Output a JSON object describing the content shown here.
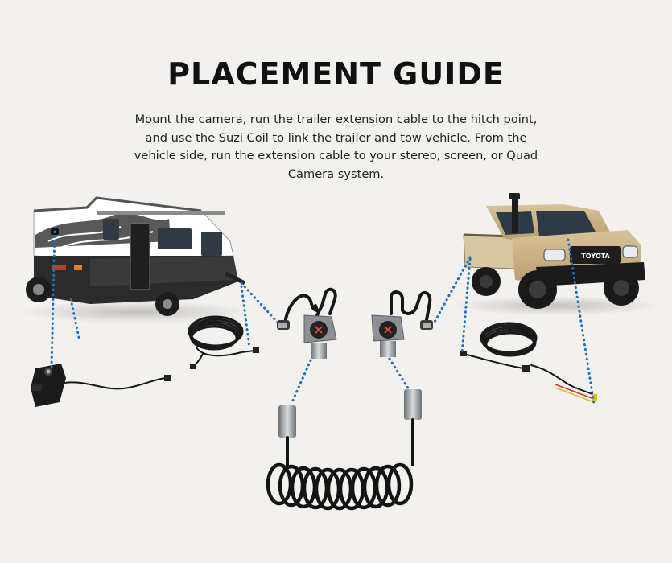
{
  "title": "PLACEMENT GUIDE",
  "description": "Mount the camera, run the trailer extension cable to the hitch point, and use the Suzi Coil to link the trailer and tow vehicle. From the vehicle side, run the extension cable to your stereo, screen, or Quad Camera system.",
  "vehicle_badge": "TOYOTA",
  "colors": {
    "background": "#f3f1ed",
    "guide_dots": "#1d6fc2",
    "cable": "#161616",
    "ute_body": "#cdb48a",
    "caravan_upper": "#ffffff",
    "caravan_lower": "#2a2a2a"
  },
  "icons": {
    "camera": "rear-camera-icon",
    "connector": "trailer-socket-icon",
    "coil": "coiled-cable-icon"
  }
}
